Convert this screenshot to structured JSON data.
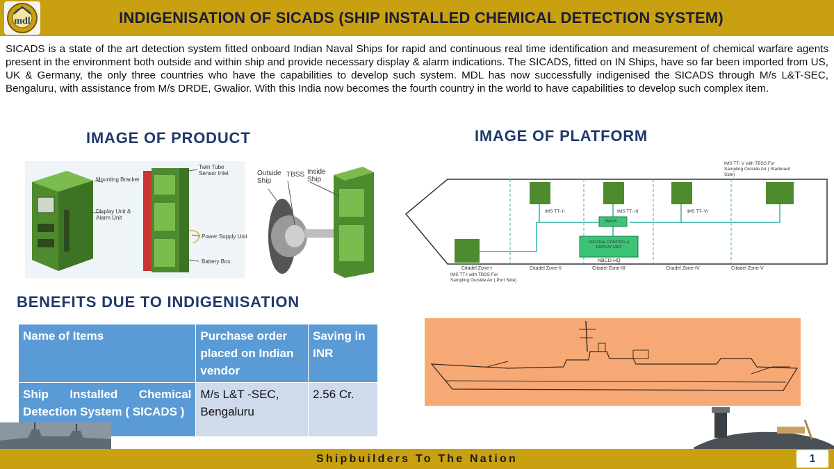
{
  "header": {
    "title": "INDIGENISATION OF SICADS (SHIP INSTALLED CHEMICAL DETECTION SYSTEM)",
    "logo_text": "mdl"
  },
  "intro": "SICADS is a state of the art detection system fitted onboard Indian Naval Ships for rapid and continuous real time identification and measurement of chemical warfare agents present in the environment both outside and within ship and provide necessary display & alarm indications. The SICADS, fitted on IN Ships, have so far been imported from US, UK & Germany, the only three countries who have the capabilities to develop such system. MDL has now successfully  indigenised  the SICADS through M/s L&T-SEC, Bengaluru, with assistance from M/s DRDE, Gwalior. With this India now becomes the fourth country  in the world to have capabilities to develop such complex item.",
  "sections": {
    "product": "IMAGE OF PRODUCT",
    "platform": "IMAGE OF PLATFORM",
    "benefits": "BENEFITS DUE TO INDIGENISATION"
  },
  "product_labels": {
    "mounting_bracket": "Mounting Bracket",
    "twin_tube": "Twin Tube Sensor Inlet",
    "display_unit": "Display Unit & Alarm Unit",
    "power_supply": "Power Supply Unit",
    "battery_box": "Battery Box",
    "outside_ship": "Outside Ship",
    "tbss": "TBSS",
    "inside_ship": "Inside Ship"
  },
  "platform_labels": {
    "ims_tt1": "IMS TT-I with TBSS For Sampling Outside Air ( Port Side)",
    "ims_tt2": "IMS TT- II",
    "ims_tt3": "IMS TT- III",
    "ims_tt6": "IMS TT- VI",
    "ims_tt5": "IMS TT- V with TBSS For Sampling Outside Air ( Starboard Side)",
    "switch": "Switch",
    "central_unit": "CENTRAL CONTROL & DISPLAY UNIT",
    "nbcd_hq": "NBCD-HQ",
    "zones": [
      "Citadel Zone-I",
      "Citadel Zone-II",
      "Citadel Zone-III",
      "Citadel Zone-IV",
      "Citadel Zone-V"
    ]
  },
  "table": {
    "headers": [
      "Name of Items",
      "Purchase order placed on Indian vendor",
      "Saving in INR"
    ],
    "rows": [
      [
        "Ship Installed Chemical Detection System ( SICADS )",
        "M/s L&T -SEC, Bengaluru",
        "2.56 Cr."
      ]
    ]
  },
  "footer": {
    "tagline": "Shipbuilders To The Nation",
    "page_number": "1"
  },
  "colors": {
    "gold": "#c9a010",
    "heading_blue": "#1f3a6b",
    "table_header": "#5b9bd5",
    "table_cell": "#cfdaeb",
    "ship_panel": "#f7a975",
    "equipment_green": "#5a9a3a",
    "diagram_teal": "#2bb3a8"
  }
}
